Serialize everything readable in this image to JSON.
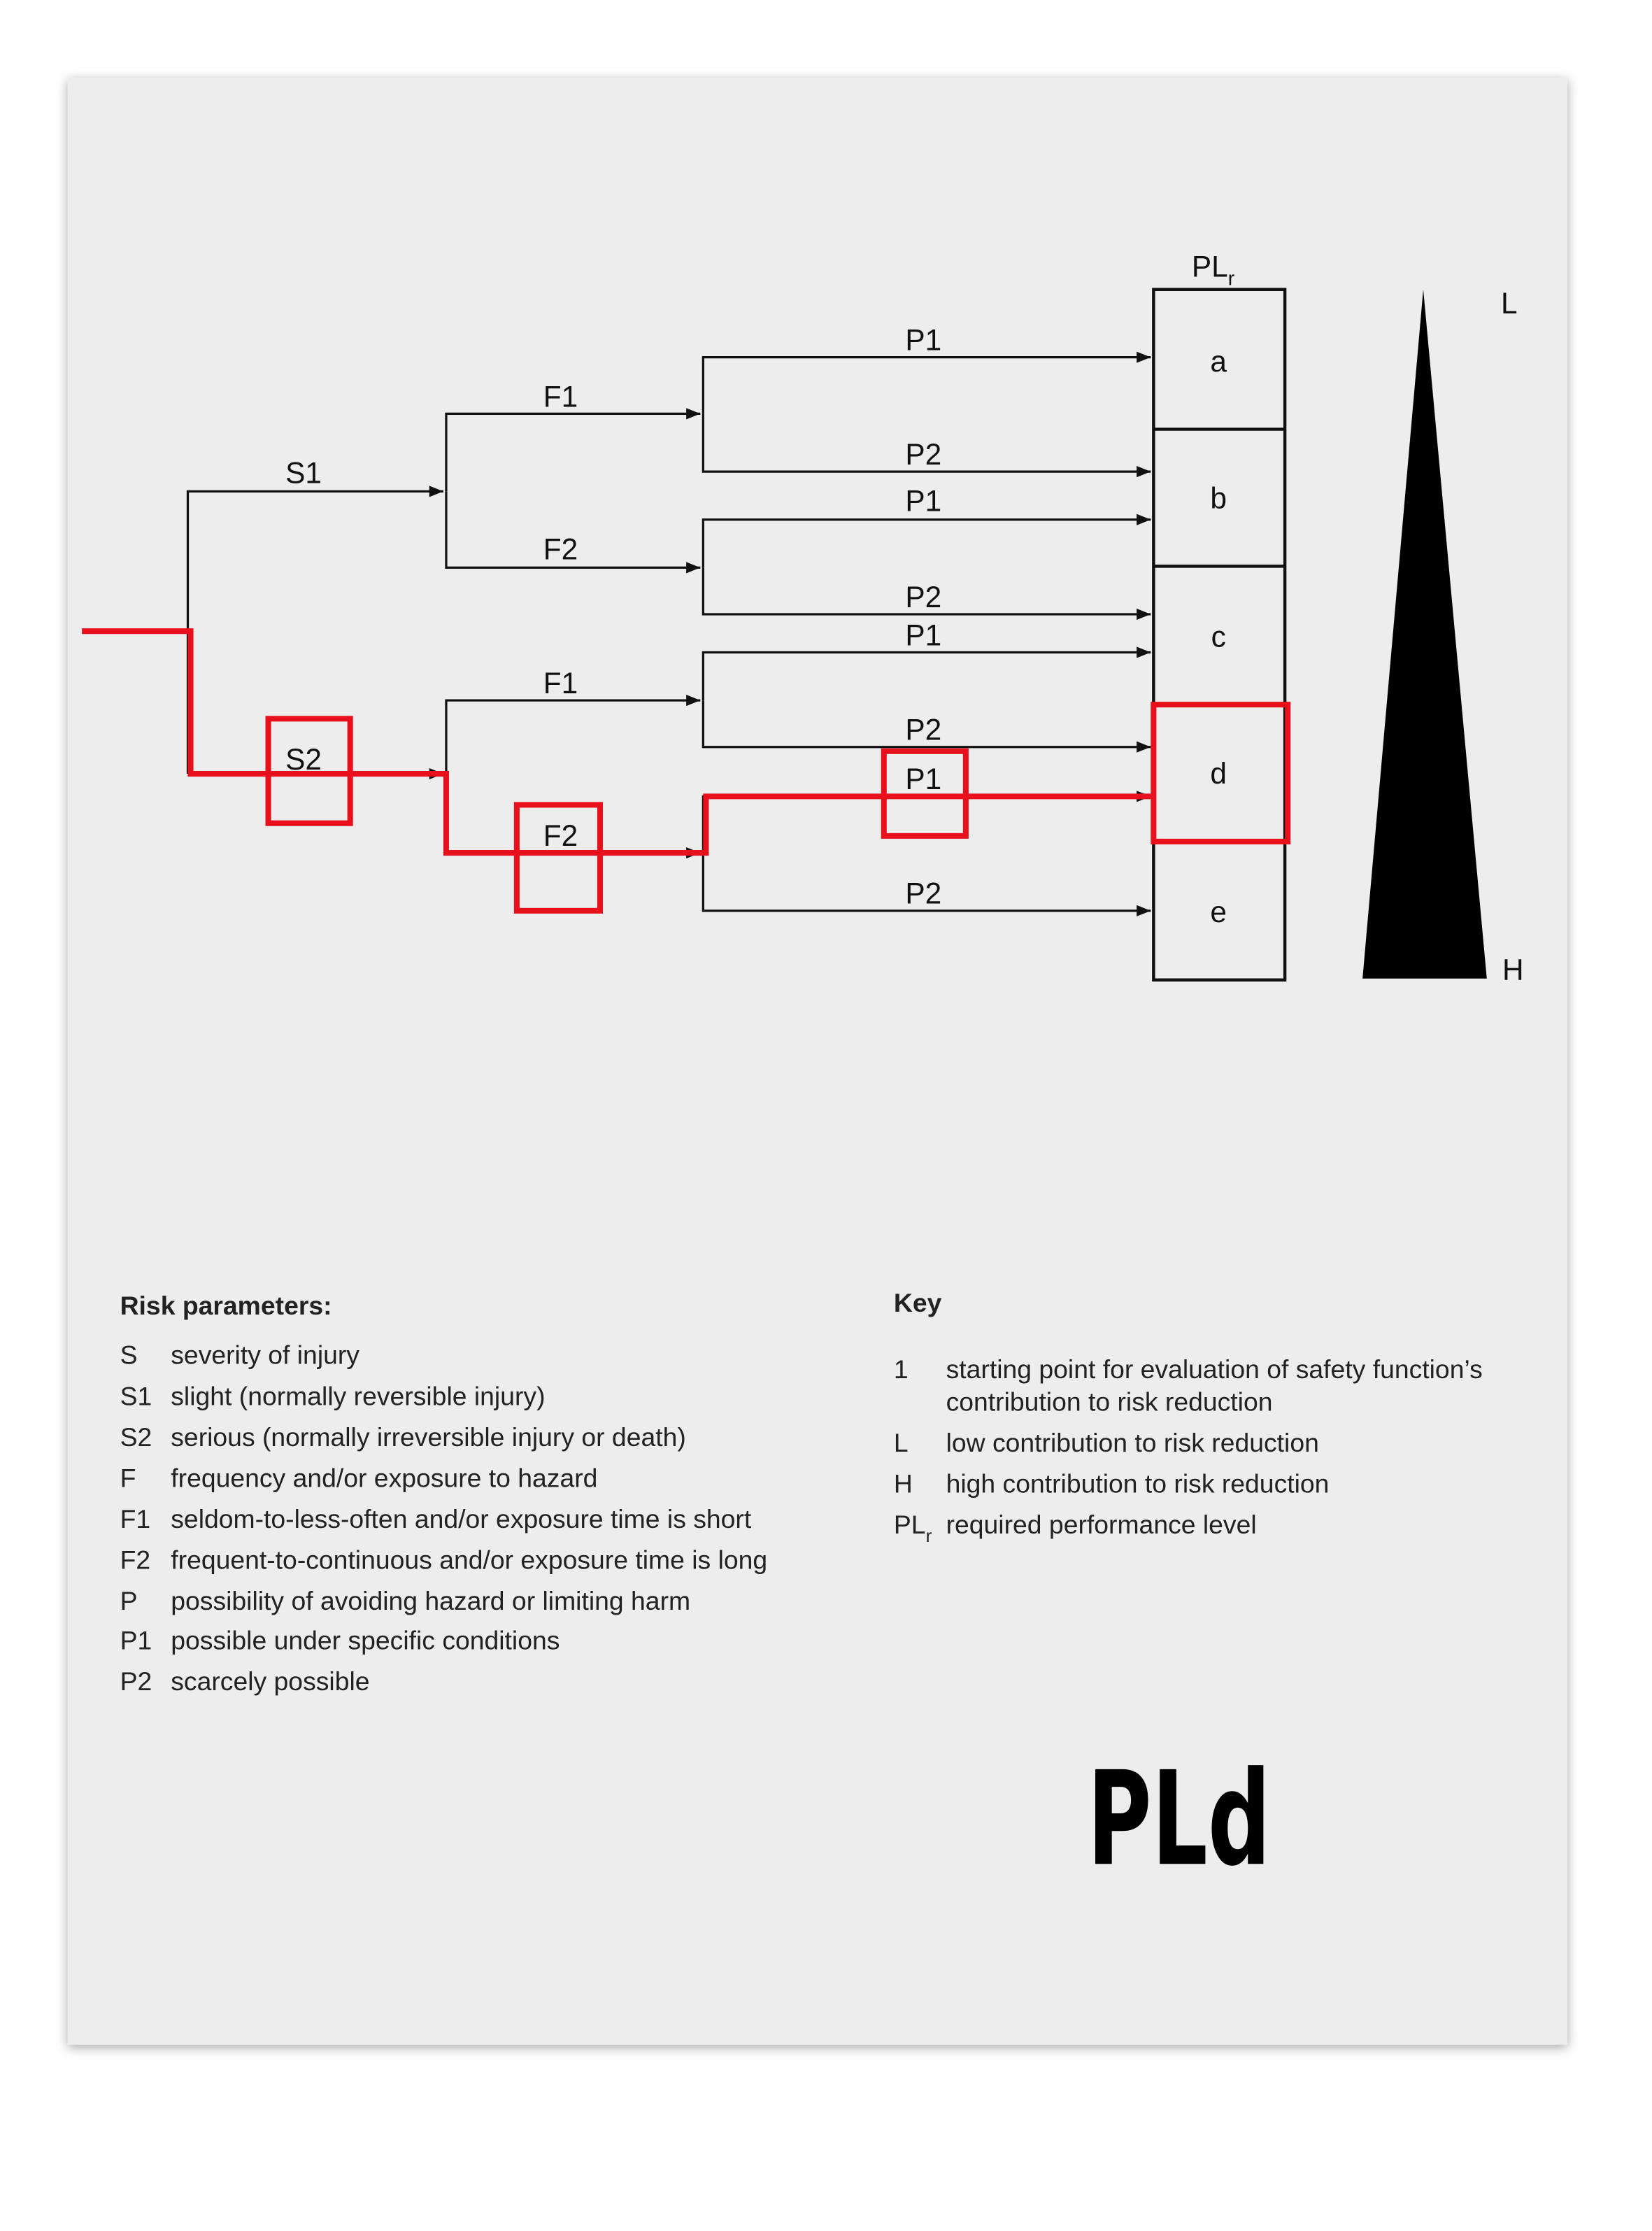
{
  "diagram": {
    "severity": {
      "s1": "S1",
      "s2": "S2"
    },
    "frequency": {
      "upper_f1": "F1",
      "upper_f2": "F2",
      "lower_f1": "F1",
      "lower_f2": "F2"
    },
    "possibility": [
      "P1",
      "P2",
      "P1",
      "P2",
      "P1",
      "P2",
      "P1",
      "P2"
    ],
    "plr_header": "PL",
    "plr_sub": "r",
    "levels": [
      "a",
      "b",
      "c",
      "d",
      "e"
    ],
    "scale_low": "L",
    "scale_high": "H",
    "selected_path": [
      "S2",
      "F2",
      "P1",
      "d"
    ],
    "highlight_color": "#e8101c"
  },
  "risk_parameters": {
    "title": "Risk parameters:",
    "items": [
      {
        "code": "S",
        "desc": "severity of injury"
      },
      {
        "code": "S1",
        "desc": "slight (normally reversible injury)"
      },
      {
        "code": "S2",
        "desc": "serious (normally irreversible injury or death)"
      },
      {
        "code": "F",
        "desc": "frequency and/or exposure to hazard"
      },
      {
        "code": "F1",
        "desc": "seldom-to-less-often and/or exposure time is short"
      },
      {
        "code": "F2",
        "desc": "frequent-to-continuous and/or exposure time is long"
      },
      {
        "code": "P",
        "desc": "possibility of avoiding hazard or limiting harm"
      },
      {
        "code": "P1",
        "desc": "possible under specific conditions"
      },
      {
        "code": "P2",
        "desc": "scarcely possible"
      }
    ]
  },
  "key": {
    "title": "Key",
    "items": [
      {
        "code": "1",
        "desc": "starting point for evaluation of safety function’s",
        "desc2": "contribution to risk reduction"
      },
      {
        "code": "L",
        "desc": "low contribution to risk reduction"
      },
      {
        "code": "H",
        "desc": "high contribution to risk reduction"
      },
      {
        "code": "PL",
        "code_sub": "r",
        "desc": "required performance level"
      }
    ]
  },
  "result": "PLd"
}
